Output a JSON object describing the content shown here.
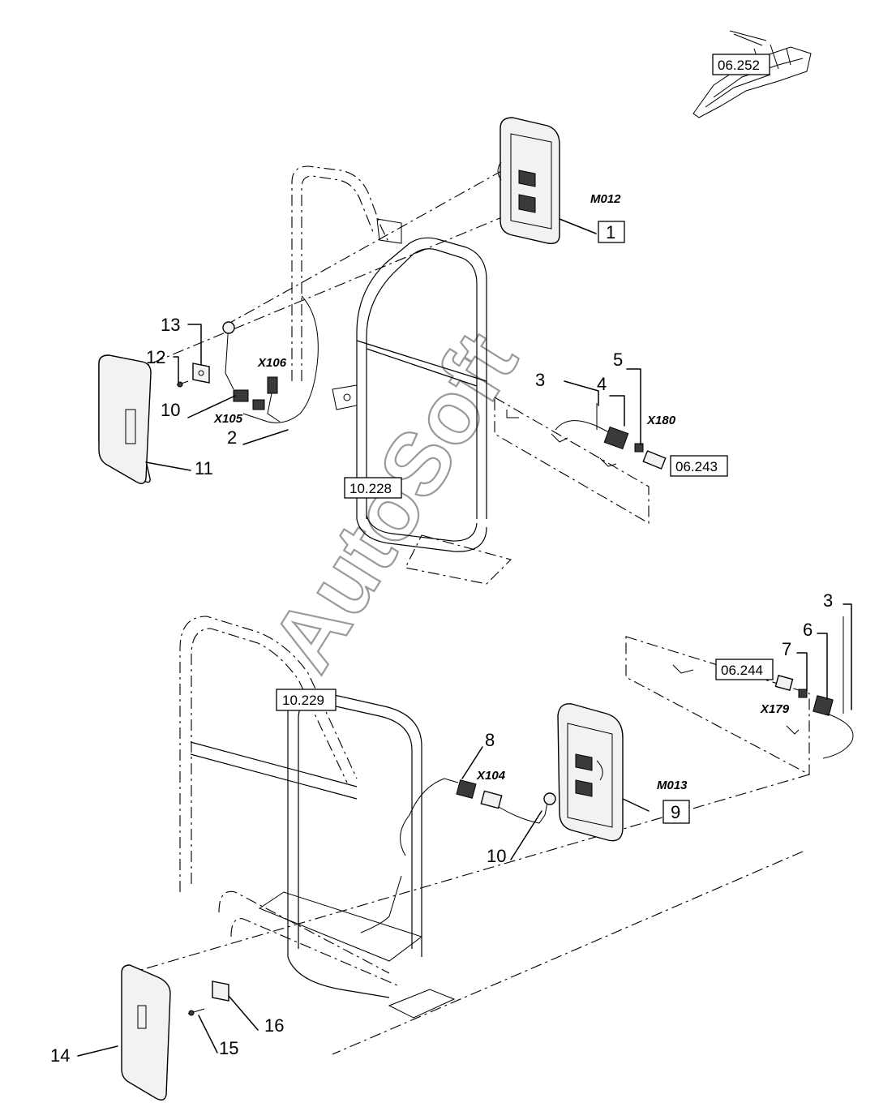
{
  "watermark": "AutoSoft",
  "callouts": {
    "c1": "1",
    "c2": "2",
    "c3a": "3",
    "c3b": "3",
    "c4": "4",
    "c5": "5",
    "c6": "6",
    "c7": "7",
    "c8": "8",
    "c9": "9",
    "c10a": "10",
    "c10b": "10",
    "c11": "11",
    "c12": "12",
    "c13": "13",
    "c14": "14",
    "c15": "15",
    "c16": "16"
  },
  "connectors": {
    "m012": "M012",
    "m013": "M013",
    "x104": "X104",
    "x105": "X105",
    "x106": "X106",
    "x179": "X179",
    "x180": "X180"
  },
  "references": {
    "r06252": "06.252",
    "r06243": "06.243",
    "r06244": "06.244",
    "r10228": "10.228",
    "r10229": "10.229"
  }
}
